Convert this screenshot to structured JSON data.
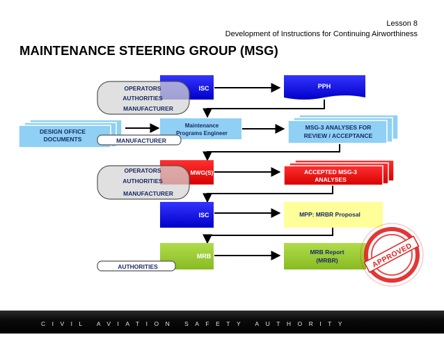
{
  "header": {
    "lesson": "Lesson 8",
    "subtitle": "Development of Instructions for Continuing Airworthiness",
    "title": "MAINTENANCE STEERING GROUP (MSG)"
  },
  "diagram": {
    "left_labels": {
      "group1": [
        "OPERATORS",
        "AUTHORITIES",
        "MANUFACTURER"
      ],
      "design_office": [
        "DESIGN OFFICE",
        "DOCUMENTS"
      ],
      "manufacturer": "MANUFACTURER",
      "group2": [
        "OPERATORS",
        "AUTHORITIES",
        "MANUFACTURER"
      ],
      "authorities": "AUTHORITIES"
    },
    "center_nodes": {
      "isc_top": "ISC",
      "mpe": [
        "Maintenance",
        "Programs Engineer"
      ],
      "mwg": "MWG(S)",
      "isc_bottom": "ISC",
      "mrb": "MRB"
    },
    "right_nodes": {
      "pph": "PPH",
      "msg3": [
        "MSG-3 ANALYSES FOR",
        "REVIEW / ACCEPTANCE"
      ],
      "accepted": [
        "ACCEPTED MSG-3",
        "ANALYSES"
      ],
      "mpp": "MPP: MRBR Proposal",
      "mrb_report": [
        "MRB Report",
        "(MRBR)"
      ]
    },
    "stamp": "APPROVED",
    "colors": {
      "blue": "#0a0ad6",
      "light_blue": "#8fd0f4",
      "red": "#ee1111",
      "yellow": "#ffff99",
      "green": "#99cc33",
      "gray": "#d6d6d6",
      "stamp_red": "#e02020"
    }
  },
  "footer": {
    "text": "CIVIL AVIATION SAFETY AUTHORITY"
  }
}
